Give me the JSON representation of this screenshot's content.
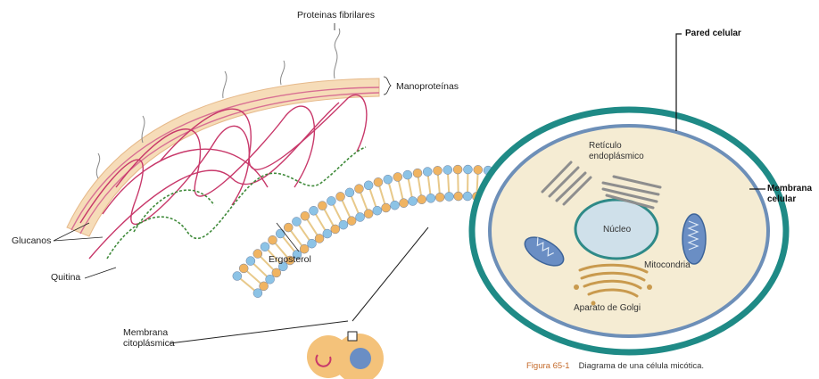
{
  "left_diagram": {
    "labels": {
      "fibrillar_proteins": "Proteinas fibrilares",
      "mannoproteins": "Manoproteínas",
      "glucans": "Glucanos",
      "chitin": "Quitina",
      "ergosterol": "Ergosterol",
      "membrane_line1": "Membrana",
      "membrane_line2": "citoplásmica"
    }
  },
  "right_diagram": {
    "labels": {
      "cell_wall": "Pared celular",
      "cell_membrane_line1": "Membrana",
      "cell_membrane_line2": "celular",
      "er_line1": "Retículo",
      "er_line2": "endoplásmico",
      "nucleus": "Núcleo",
      "mitochondria": "Mitocondria",
      "golgi": "Aparato de Golgi"
    },
    "caption": {
      "figure_number": "Figura 65-1",
      "text": "Diagrama de una célula micótica."
    }
  },
  "colors": {
    "cell_wall": "#1f8a86",
    "membrane": "#6d8fb8",
    "cytoplasm": "#f5ecd3",
    "nucleus": "#cfe0ea",
    "glucan_fiber": "#c8386a",
    "chitin_fiber": "#3f8a3a",
    "mannoprotein_band": "#f3d0a5",
    "lipid_head_blue": "#8cc3e6",
    "lipid_head_orange": "#f0b462"
  }
}
